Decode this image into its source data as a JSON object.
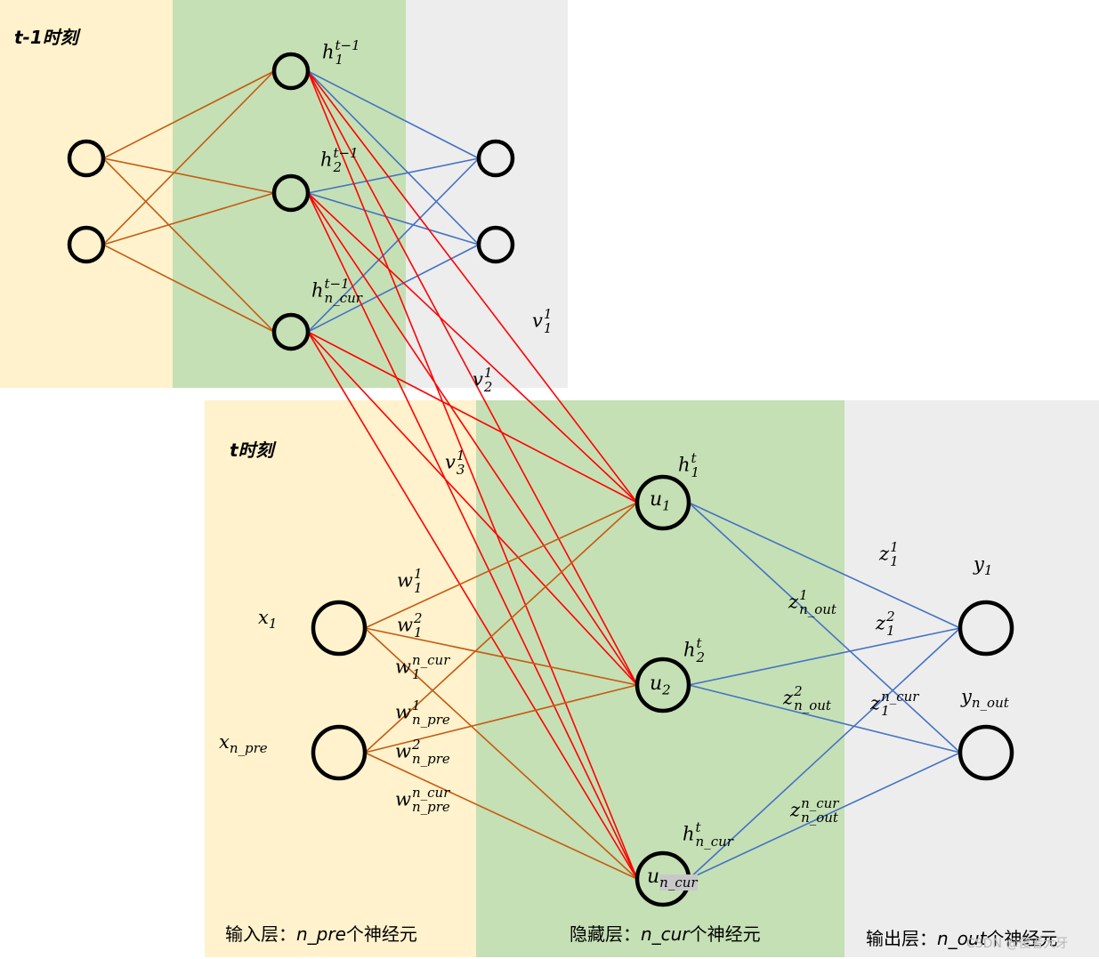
{
  "panels": {
    "prev_title": "t-1时刻",
    "cur_title": "t时刻"
  },
  "captions": {
    "input_layer": {
      "prefix": "输入层：",
      "var": "n_pre",
      "suffix": "个神经元"
    },
    "hidden_layer": {
      "prefix": "隐藏层：",
      "var": "n_cur",
      "suffix": "个神经元"
    },
    "output_layer": {
      "prefix": "输出层：",
      "var": "n_out",
      "suffix": "个神经元"
    }
  },
  "prev_hidden_labels": [
    {
      "base": "h",
      "sub": "1",
      "sup": "t−1"
    },
    {
      "base": "h",
      "sub": "2",
      "sup": "t−1"
    },
    {
      "base": "h",
      "sub": "n_cur",
      "sup": "t−1"
    }
  ],
  "v_labels": [
    {
      "base": "v",
      "sub": "1",
      "sup": "1"
    },
    {
      "base": "v",
      "sub": "2",
      "sup": "1"
    },
    {
      "base": "v",
      "sub": "3",
      "sup": "1"
    }
  ],
  "input_labels": [
    {
      "base": "x",
      "sub": "1"
    },
    {
      "base": "x",
      "sub": "n_pre"
    }
  ],
  "w_labels": [
    {
      "base": "w",
      "sub": "1",
      "sup": "1"
    },
    {
      "base": "w",
      "sub": "1",
      "sup": "2"
    },
    {
      "base": "w",
      "sub": "1",
      "sup": "n_cur"
    },
    {
      "base": "w",
      "sub": "n_pre",
      "sup": "1"
    },
    {
      "base": "w",
      "sub": "n_pre",
      "sup": "2"
    },
    {
      "base": "w",
      "sub": "n_pre",
      "sup": "n_cur"
    }
  ],
  "hidden_nodes": [
    {
      "base": "u",
      "sub": "1"
    },
    {
      "base": "u",
      "sub": "2"
    },
    {
      "base": "u",
      "sub": "n_cur"
    }
  ],
  "hidden_labels": [
    {
      "base": "h",
      "sub": "1",
      "sup": "t"
    },
    {
      "base": "h",
      "sub": "2",
      "sup": "t"
    },
    {
      "base": "h",
      "sub": "n_cur",
      "sup": "t"
    }
  ],
  "z_labels": [
    {
      "base": "z",
      "sub": "1",
      "sup": "1"
    },
    {
      "base": "z",
      "sub": "n_out",
      "sup": "1"
    },
    {
      "base": "z",
      "sub": "1",
      "sup": "2"
    },
    {
      "base": "z",
      "sub": "n_out",
      "sup": "2"
    },
    {
      "base": "z",
      "sub": "1",
      "sup": "n_cur"
    },
    {
      "base": "z",
      "sub": "n_out",
      "sup": "n_cur"
    }
  ],
  "output_labels": [
    {
      "base": "y",
      "sub": "1"
    },
    {
      "base": "y",
      "sub": "n_out"
    }
  ],
  "watermark": "CSDN @傻者大牙",
  "colors": {
    "input_bg": "#fff2cc",
    "hidden_bg": "#c5e0b4",
    "output_bg": "#ededed",
    "input_edge": "#c55a11",
    "output_edge": "#4472c4",
    "recurrent_edge": "#ff0000"
  }
}
